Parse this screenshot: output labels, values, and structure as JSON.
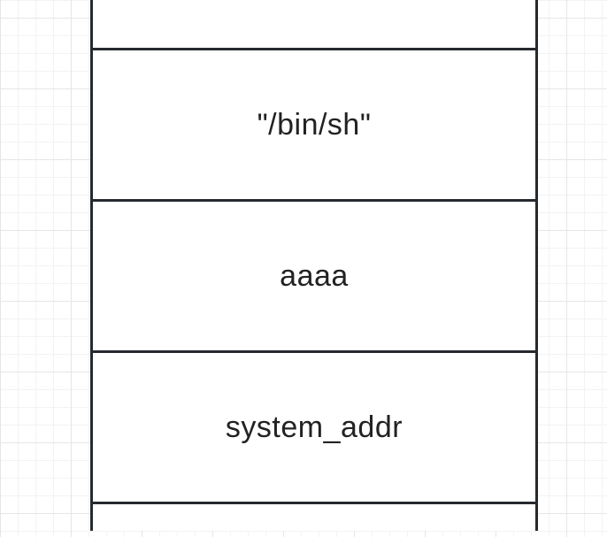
{
  "diagram": {
    "cells": [
      {
        "label": ""
      },
      {
        "label": "\"/bin/sh\""
      },
      {
        "label": "aaaa"
      },
      {
        "label": "system_addr"
      },
      {
        "label": ""
      }
    ]
  }
}
